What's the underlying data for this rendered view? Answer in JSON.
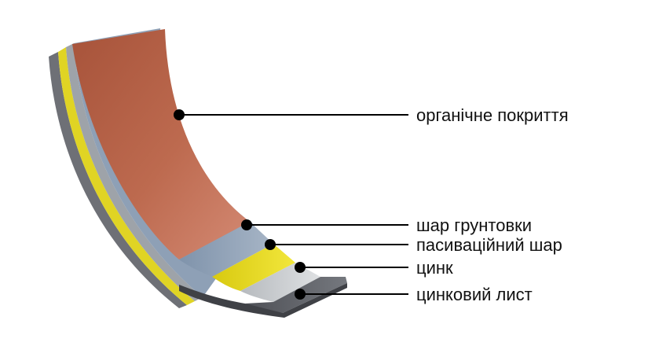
{
  "labels": {
    "organic_coating": "органічне покриття",
    "primer_layer": "шар грунтовки",
    "passivation_layer": "пасиваційний шар",
    "zinc": "цинк",
    "zinc_sheet": "цинковий лист"
  },
  "colors": {
    "organic_coating": "#b8644a",
    "primer_layer": "#8a9db3",
    "passivation_layer": "#e6da1e",
    "zinc": "#c9cccf",
    "zinc_sheet": "#5e6066",
    "leader_line": "#000000"
  }
}
